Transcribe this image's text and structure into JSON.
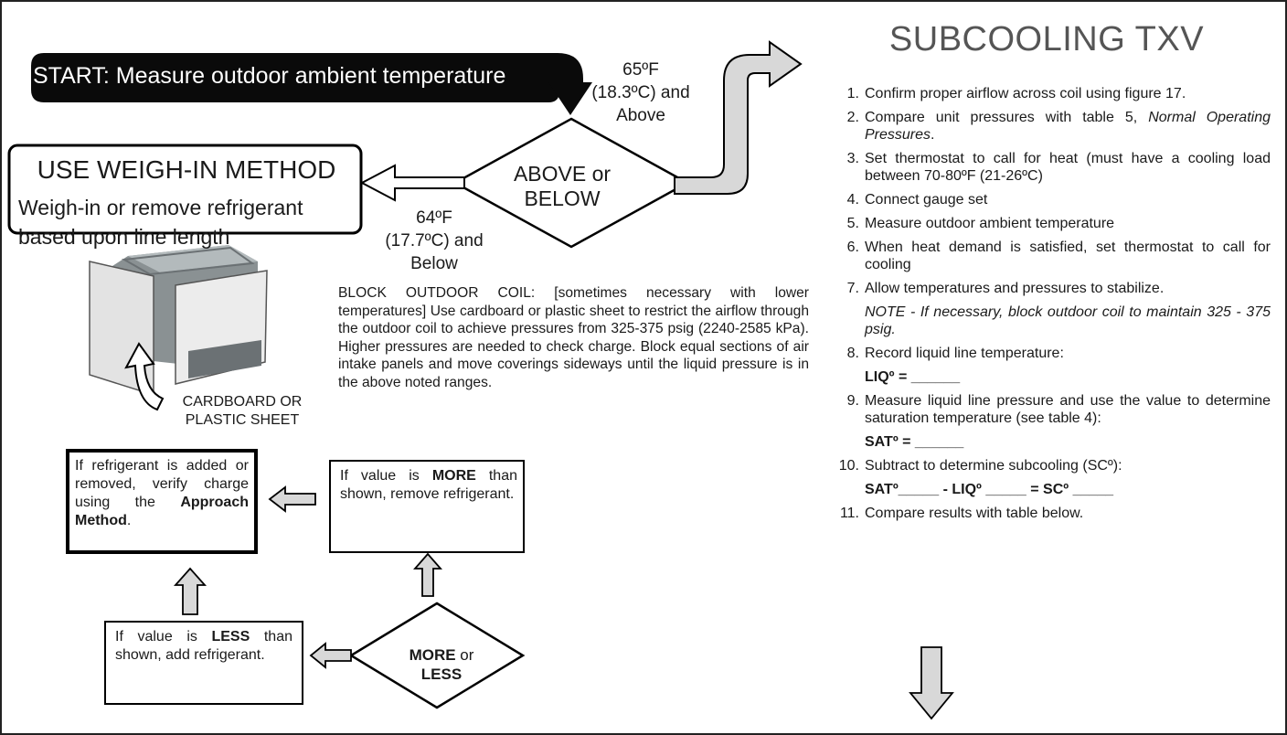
{
  "start_label": "START: Measure outdoor ambient temperature",
  "weigh_in": {
    "title": "USE WEIGH-IN METHOD",
    "line1": "Weigh-in or remove refrigerant",
    "line2": "based upon line length"
  },
  "decision": {
    "line1": "ABOVE or",
    "line2": "BELOW"
  },
  "above_condition": {
    "line1": "65ºF",
    "line2": "(18.3ºC) and",
    "line3": "Above"
  },
  "below_condition": {
    "line1": "64ºF",
    "line2": "(17.7ºC) and",
    "line3": "Below"
  },
  "block_coil_text": "BLOCK OUTDOOR COIL: [sometimes necessary with lower temperatures] Use cardboard or plastic sheet to restrict the airflow through the outdoor coil to achieve pressures from 325-375 psig (2240-2585 kPa). Higher pressures are needed to check charge. Block equal sections of air intake panels and move coverings sideways until the liquid pressure is in the above noted ranges.",
  "cardboard_label": {
    "line1": "CARDBOARD OR",
    "line2": "PLASTIC SHEET"
  },
  "approach_box": {
    "text": "If refrigerant is added or removed, verify charge using the",
    "bold": "Approach Method",
    "end": "."
  },
  "more_box": {
    "pre": "If value is",
    "bold": "MORE",
    "post": "than shown, remove refrigerant."
  },
  "less_box": {
    "pre": "If value is",
    "bold": "LESS",
    "post": "than shown, add refrigerant."
  },
  "more_less_decision": {
    "word1": "MORE",
    "or": "or",
    "word2": "LESS"
  },
  "heading": "SUBCOOLING TXV",
  "steps": [
    {
      "num": "1.",
      "text": "Confirm proper airflow across coil using figure 17."
    },
    {
      "num": "2.",
      "text": "Compare unit pressures with table 5,",
      "italic": "Normal Operating Pressures",
      "end": "."
    },
    {
      "num": "3.",
      "text": "Set thermostat to call for heat (must have a cooling load between 70-80ºF (21-26ºC)"
    },
    {
      "num": "4.",
      "text": "Connect gauge set"
    },
    {
      "num": "5.",
      "text": "Measure outdoor ambient temperature"
    },
    {
      "num": "6.",
      "text": "When heat demand is satisfied, set thermostat to call for cooling"
    },
    {
      "num": "7.",
      "text": "Allow temperatures and pressures to stabilize.",
      "note": "NOTE - If necessary, block outdoor coil to maintain 325 - 375 psig."
    },
    {
      "num": "8.",
      "text": "Record liquid line temperature:",
      "fill": "LIQº = ______"
    },
    {
      "num": "9.",
      "text": "Measure liquid line pressure and use the value to determine saturation temperature (see table 4):",
      "fill": "SATº = ______"
    },
    {
      "num": "10.",
      "text": "Subtract to determine subcooling (SCº):",
      "fill": "SATº_____ - LIQº _____ = SCº _____"
    },
    {
      "num": "11.",
      "text": "Compare results with table below."
    }
  ]
}
